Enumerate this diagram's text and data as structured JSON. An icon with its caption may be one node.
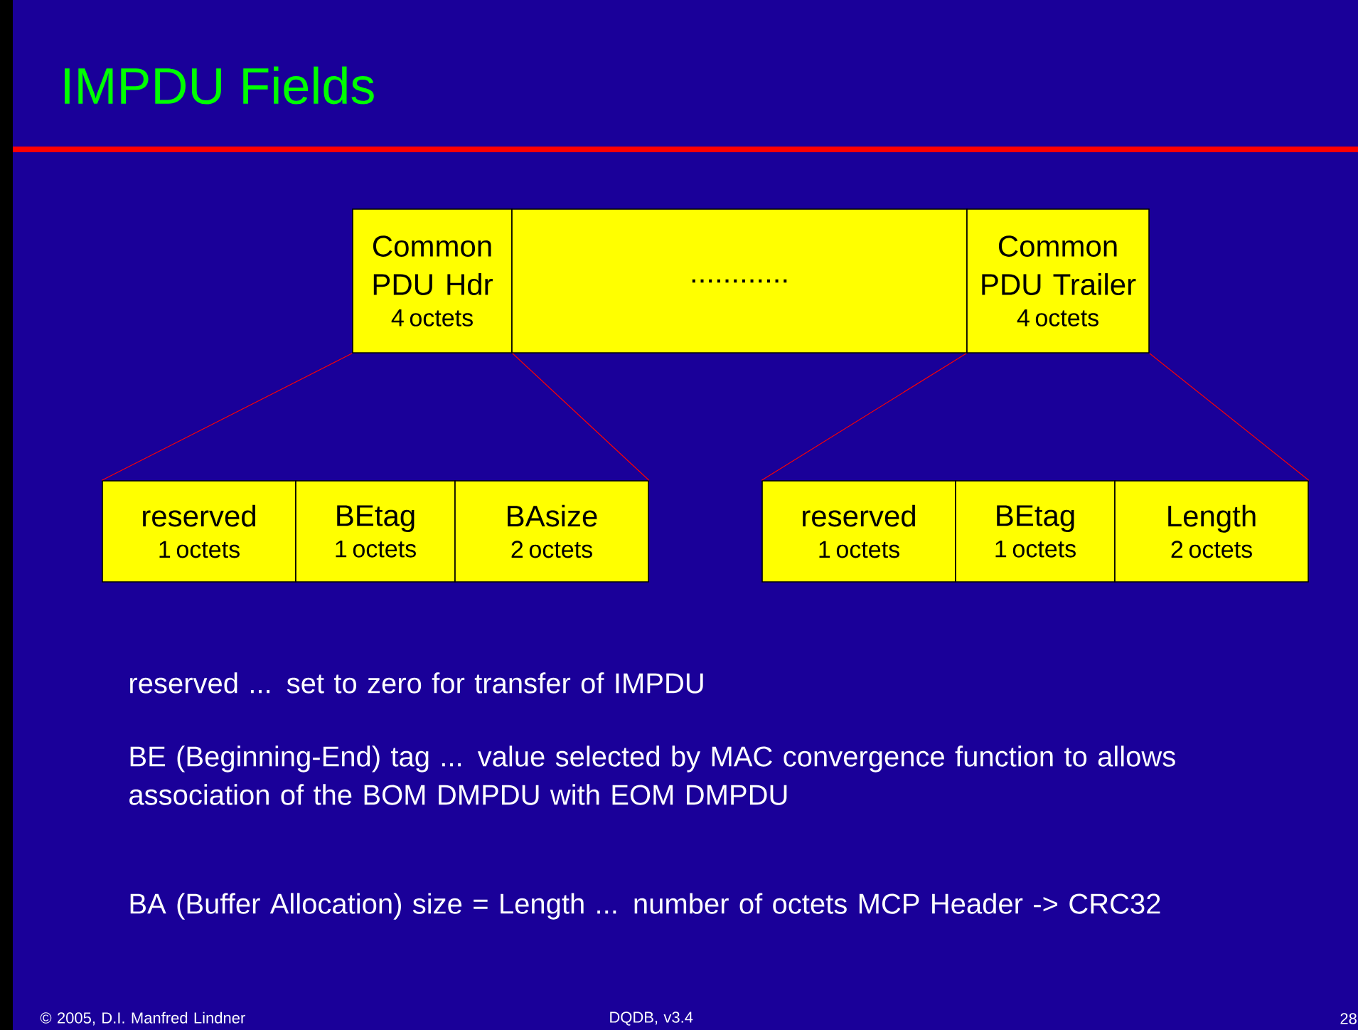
{
  "diagram": {
    "title": "IMPDU Fields",
    "nodes": [
      {
        "text": [
          "Common PDU Hdr",
          "4 octets"
        ]
      },
      {
        "text": [
          "............"
        ]
      },
      {
        "text": [
          "Common PDU Trailer",
          "4 octets"
        ]
      },
      {
        "text": [
          "reserved",
          "1 octets"
        ]
      },
      {
        "text": [
          "BEtag",
          "1 octets"
        ]
      },
      {
        "text": [
          "BAsize",
          "2 octets"
        ]
      },
      {
        "text": [
          "reserved",
          "1 octets"
        ]
      },
      {
        "text": [
          "BEtag",
          "1 octets"
        ]
      },
      {
        "text": [
          "Length",
          "2 octets"
        ]
      }
    ],
    "edges": [
      {
        "from": 0,
        "to": 3,
        "arrow": "none"
      },
      {
        "from": 0,
        "to": 5,
        "arrow": "none"
      },
      {
        "from": 2,
        "to": 6,
        "arrow": "none"
      },
      {
        "from": 2,
        "to": 8,
        "arrow": "none"
      }
    ],
    "labels": [
      "reserved ... set to zero for transfer of IMPDU",
      "BE (Beginning-End) tag ... value selected by MAC convergence function to allows association of the BOM DMPDU with EOM DMPDU",
      "BA (Buffer Allocation) size = Length ... number of octets MCP Header -> CRC32",
      "© 2005, D.I. Manfred Lindner",
      "DQDB, v3.4",
      "28"
    ]
  }
}
